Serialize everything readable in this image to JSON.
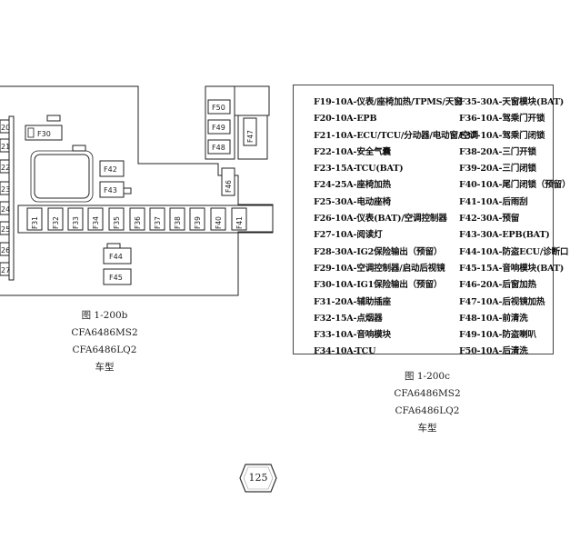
{
  "diagram": {
    "left_partial_labels": [
      "20",
      "21",
      "22",
      "23",
      "24",
      "25",
      "26",
      "27"
    ],
    "fuses": {
      "f30": "F30",
      "f31": "F31",
      "f32": "F32",
      "f33": "F33",
      "f34": "F34",
      "f35": "F35",
      "f36": "F36",
      "f37": "F37",
      "f38": "F38",
      "f39": "F39",
      "f40": "F40",
      "f41": "F41",
      "f42": "F42",
      "f43": "F43",
      "f44": "F44",
      "f45": "F45",
      "f46": "F46",
      "f47": "F47",
      "f48": "F48",
      "f49": "F49",
      "f50": "F50"
    }
  },
  "caption_left": {
    "figure": "图 1-200b",
    "model1": "CFA6486MS2",
    "model2": "CFA6486LQ2",
    "suffix": "车型"
  },
  "caption_right": {
    "figure": "图 1-200c",
    "model1": "CFA6486MS2",
    "model2": "CFA6486LQ2",
    "suffix": "车型"
  },
  "legend": {
    "col1": [
      "F19-10A-仪表/座椅加热/TPMS/天窗",
      "F20-10A-EPB",
      "F21-10A-ECU/TCU/分动器/电动窗/空调",
      "F22-10A-安全气囊",
      "F23-15A-TCU(BAT)",
      "F24-25A-座椅加热",
      "F25-30A-电动座椅",
      "F26-10A-仪表(BAT)/空调控制器",
      "F27-10A-阅读灯",
      "F28-30A-IG2保险输出（预留）",
      "F29-10A-空调控制器/启动后视镜",
      "F30-10A-IG1保险输出（预留）",
      "F31-20A-辅助插座",
      "F32-15A-点烟器",
      "F33-10A-音响模块",
      "F34-10A-TCU"
    ],
    "col2": [
      "F35-30A-天窗模块(BAT)",
      "F36-10A-驾乘门开锁",
      "F37-10A-驾乘门闭锁",
      "F38-20A-三门开锁",
      "F39-20A-三门闭锁",
      "F40-10A-尾门闭锁（预留）",
      "F41-10A-后雨刮",
      "F42-30A-预留",
      "F43-30A-EPB(BAT)",
      "F44-10A-防盗ECU/诊断口",
      "F45-15A-音响模块(BAT)",
      "F46-20A-后窗加热",
      "F47-10A-后视镜加热",
      "F48-10A-前清洗",
      "F49-10A-防盗喇叭",
      "F50-10A-后清洗"
    ]
  },
  "page_number": "125"
}
